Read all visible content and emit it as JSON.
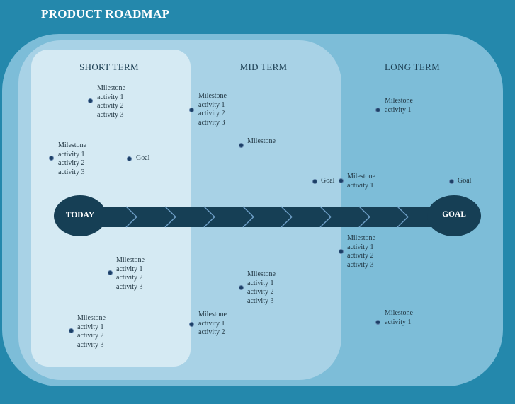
{
  "title": "PRODUCT ROADMAP",
  "columns": {
    "short": "SHORT TERM",
    "mid": "MID TERM",
    "long": "LONG TERM"
  },
  "timeline": {
    "start": "TODAY",
    "end": "GOAL"
  },
  "items": [
    {
      "id": "s1",
      "lines": [
        "Milestone",
        "activity 1",
        "activity 2",
        "activity 3"
      ]
    },
    {
      "id": "s2",
      "lines": [
        "Milestone",
        "activity 1",
        "activity 2",
        "activity 3"
      ]
    },
    {
      "id": "s3",
      "lines": [
        "Goal"
      ]
    },
    {
      "id": "s4",
      "lines": [
        "Milestone",
        "activity 1",
        "activity 2",
        "activity 3"
      ]
    },
    {
      "id": "s5",
      "lines": [
        "Milestone",
        "activity 1",
        "activity 2",
        "activity 3"
      ]
    },
    {
      "id": "m1",
      "lines": [
        "Milestone",
        "activity 1",
        "activity 2",
        "activity 3"
      ]
    },
    {
      "id": "m2",
      "lines": [
        "Milestone"
      ]
    },
    {
      "id": "m3",
      "lines": [
        "Goal"
      ]
    },
    {
      "id": "m4",
      "lines": [
        "Milestone",
        "activity 1",
        "activity 2",
        "activity 3"
      ]
    },
    {
      "id": "m5",
      "lines": [
        "Milestone",
        "activity 1",
        "activity 2"
      ]
    },
    {
      "id": "l1",
      "lines": [
        "Milestone",
        "activity 1"
      ]
    },
    {
      "id": "l2",
      "lines": [
        "Milestone",
        "activity 1"
      ]
    },
    {
      "id": "l3",
      "lines": [
        "Goal"
      ]
    },
    {
      "id": "l4",
      "lines": [
        "Milestone",
        "activity 1",
        "activity 2",
        "activity 3"
      ]
    },
    {
      "id": "l5",
      "lines": [
        "Milestone",
        "activity 1"
      ]
    }
  ],
  "colors": {
    "background": "#2488ac",
    "long_panel": "#7dbdd8",
    "mid_panel": "#a8d2e6",
    "short_panel": "#d5eaf3",
    "timeline": "#163f55"
  }
}
